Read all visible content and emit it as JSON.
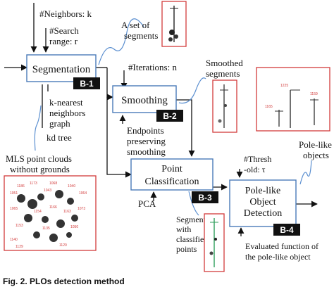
{
  "inputs": {
    "neighbors": "#Neighbors: k",
    "search_range_1": "#Search",
    "search_range_2": "range: r",
    "iterations": "#Iterations: n",
    "knn_1": "k-nearest",
    "knn_2": "neighbors",
    "knn_3": "graph",
    "kdtree": "kd tree",
    "endpoints_1": "Endpoints",
    "endpoints_2": "preserving",
    "endpoints_3": "smoothing",
    "threshold_1": "#Thresh",
    "threshold_2": "-old: τ",
    "pca": "PCA",
    "evaluated_1": "Evaluated function of",
    "evaluated_2": "the pole-like object"
  },
  "blocks": {
    "segmentation": {
      "label": "Segmentation",
      "tag": "B-1"
    },
    "smoothing": {
      "label": "Smoothing",
      "tag": "B-2"
    },
    "point_classification": {
      "label_1": "Point",
      "label_2": "Classification",
      "tag": "B-3"
    },
    "pole_detection": {
      "label_1": "Pole-like",
      "label_2": "Object",
      "label_3": "Detection",
      "tag": "B-4"
    }
  },
  "outputs": {
    "set_of_segments_1": "A set of",
    "set_of_segments_2": "segments",
    "smoothed_1": "Smoothed",
    "smoothed_2": "segments",
    "pole_like_1": "Pole-like",
    "pole_like_2": "objects",
    "classified_1": "Segments",
    "classified_2": "with",
    "classified_3": "classified",
    "classified_4": "points",
    "mls_1": "MLS point clouds",
    "mls_2": "without grounds"
  },
  "thumbnail_labels": {
    "detected_poles": [
      "1225",
      "1165",
      "1159"
    ],
    "point_cloud_ids": [
      "1186",
      "1173",
      "1068",
      "1040",
      "1051",
      "1043",
      "1064",
      "1065",
      "1166",
      "1154",
      "1073",
      "1163",
      "1153",
      "1135",
      "1050",
      "1140",
      "1129",
      "1120"
    ]
  },
  "caption": "Fig. 2. PLOs detection method"
}
